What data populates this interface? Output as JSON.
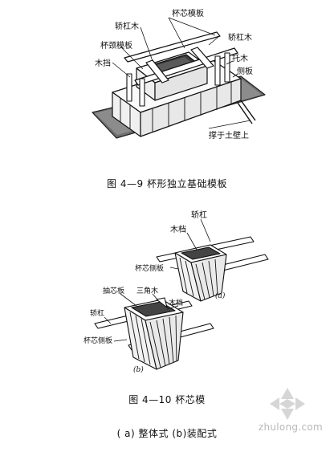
{
  "figure1": {
    "labels": {
      "jiaogangmu": "轿杠木",
      "beixinmoban": "杯芯模板",
      "beijingmoban": "杯颈模板",
      "jiaogangmu_right": "轿杠木",
      "mudang": "木挡",
      "tuomu": "托木",
      "cebang": "侧板",
      "dingyu": "撑于土壁上"
    },
    "caption": "图  4—9 杯形独立基础模板"
  },
  "figure2": {
    "labels_a": {
      "jiaogang": "轿杠",
      "mudang": "木档",
      "beixincebang": "杯芯侧板",
      "part_a": "(a)"
    },
    "labels_b": {
      "chouxinban": "抽芯板",
      "sanjiaomu": "三角木",
      "mudang": "木档",
      "jiaogang": "轿杠",
      "beixincebang": "杯芯侧板",
      "part_b": "(b)"
    },
    "caption": "图  4—10 杯芯模",
    "subcaption": "( a) 整体式 (b)装配式"
  },
  "watermark": {
    "text": "zhulong.com"
  }
}
